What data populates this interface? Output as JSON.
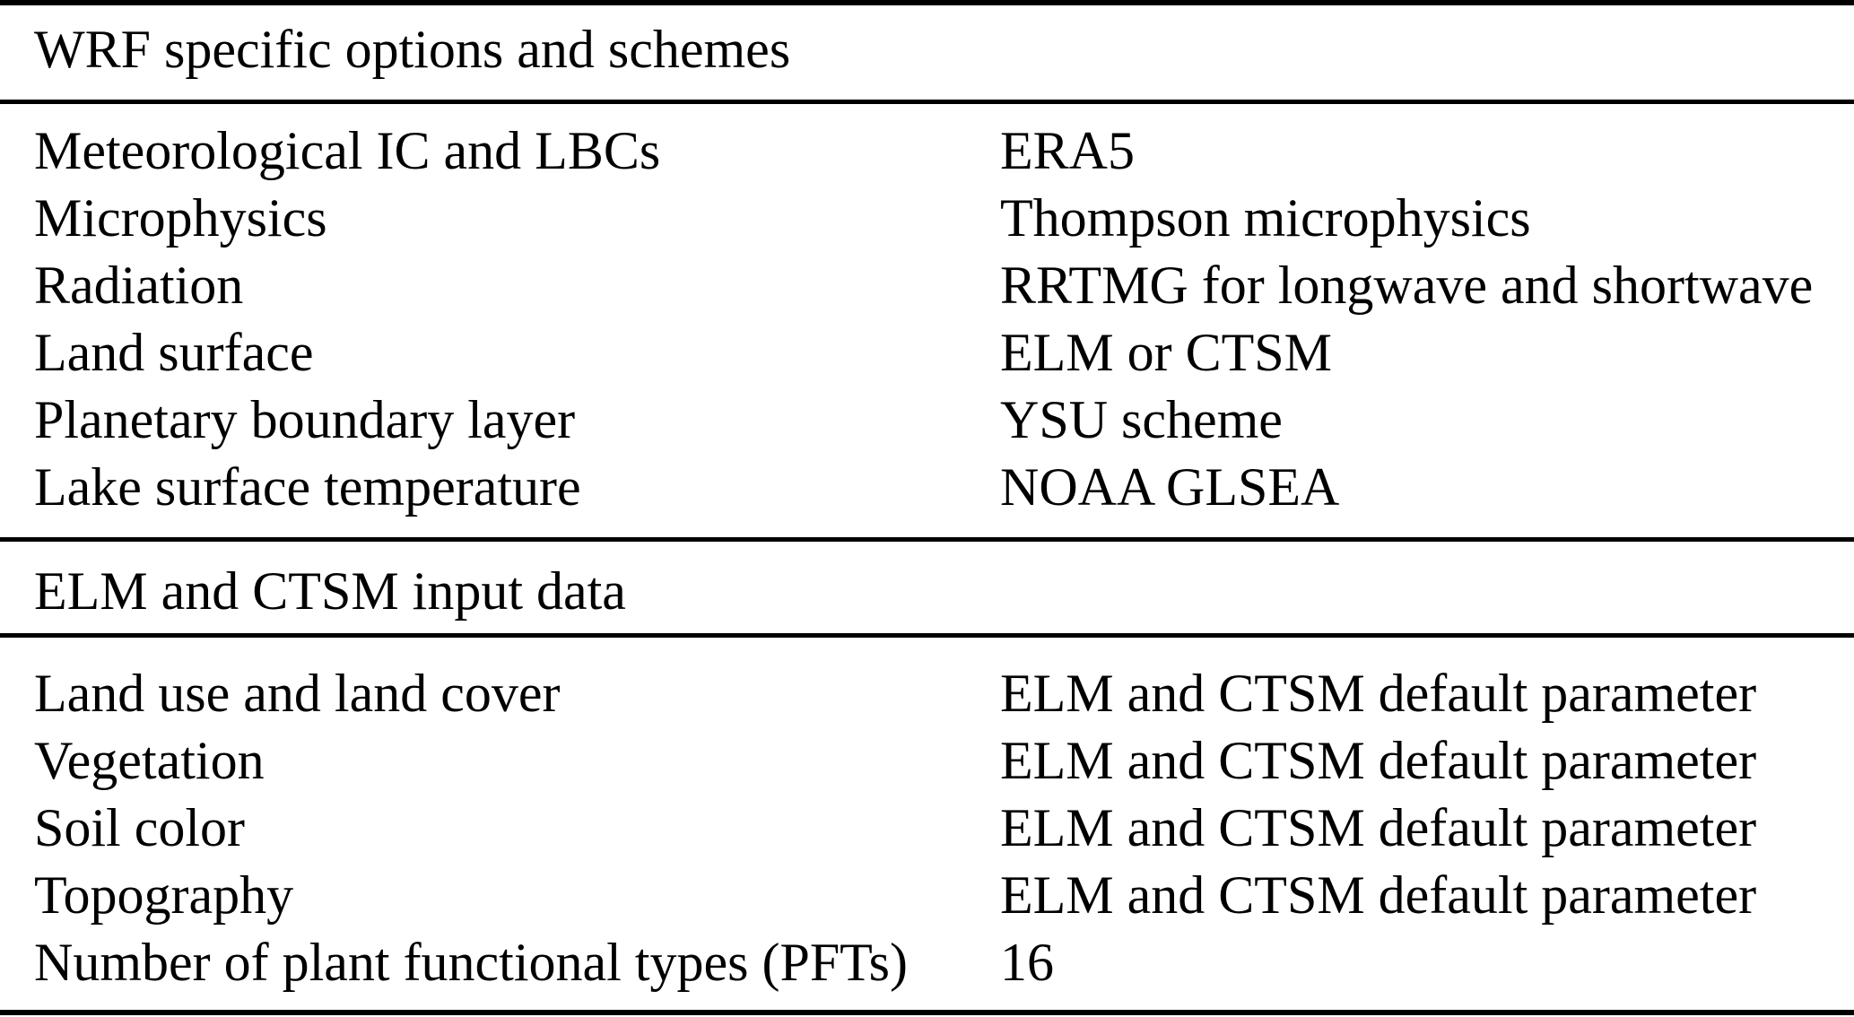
{
  "table": {
    "colors": {
      "text": "#000000",
      "background": "#ffffff",
      "rule": "#000000"
    },
    "sections": [
      {
        "header": "WRF specific options and schemes",
        "rows": [
          {
            "label": "Meteorological IC and LBCs",
            "value": "ERA5"
          },
          {
            "label": "Microphysics",
            "value": "Thompson microphysics"
          },
          {
            "label": "Radiation",
            "value": "RRTMG for longwave and shortwave"
          },
          {
            "label": "Land surface",
            "value": "ELM or CTSM"
          },
          {
            "label": "Planetary boundary layer",
            "value": "YSU scheme"
          },
          {
            "label": "Lake surface temperature",
            "value": "NOAA GLSEA"
          }
        ]
      },
      {
        "header": "ELM and CTSM input data",
        "rows": [
          {
            "label": "Land use and land cover",
            "value": "ELM and CTSM default parameter"
          },
          {
            "label": "Vegetation",
            "value": "ELM and CTSM default parameter"
          },
          {
            "label": "Soil color",
            "value": "ELM and CTSM default parameter"
          },
          {
            "label": "Topography",
            "value": "ELM and CTSM default parameter"
          },
          {
            "label": "Number of plant functional types (PFTs)",
            "value": "16"
          }
        ]
      }
    ]
  }
}
